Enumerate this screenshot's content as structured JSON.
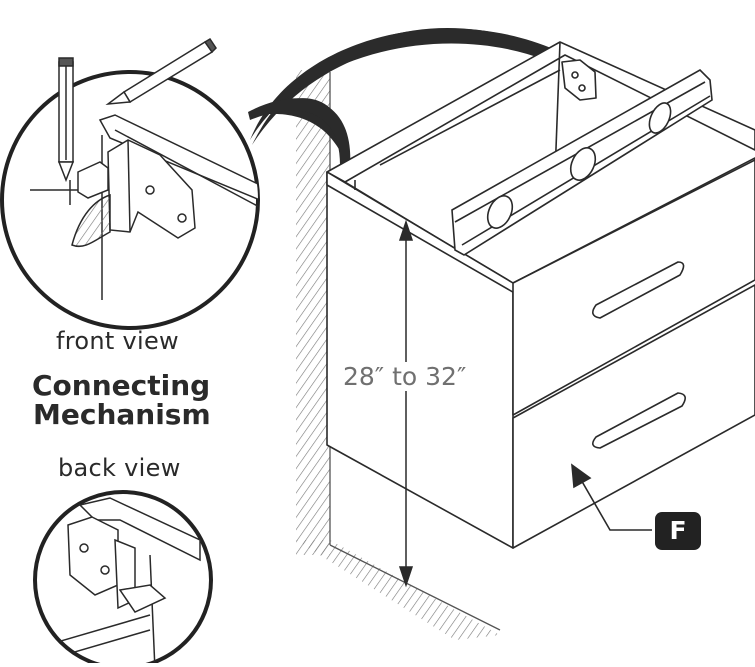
{
  "labels": {
    "front_view": "front view",
    "title_line1": "Connecting",
    "title_line2": "Mechanism",
    "back_view": "back view",
    "dimension": "28″ to 32″",
    "callout": "F"
  },
  "colors": {
    "ink": "#222222",
    "dimension_text": "#707070",
    "badge": "#222222",
    "arrow": "#2a2a2a",
    "wood": "#ffffff"
  },
  "icons": [
    "pencil-icon",
    "level-icon",
    "drawer-handle-icon",
    "bracket-icon"
  ]
}
